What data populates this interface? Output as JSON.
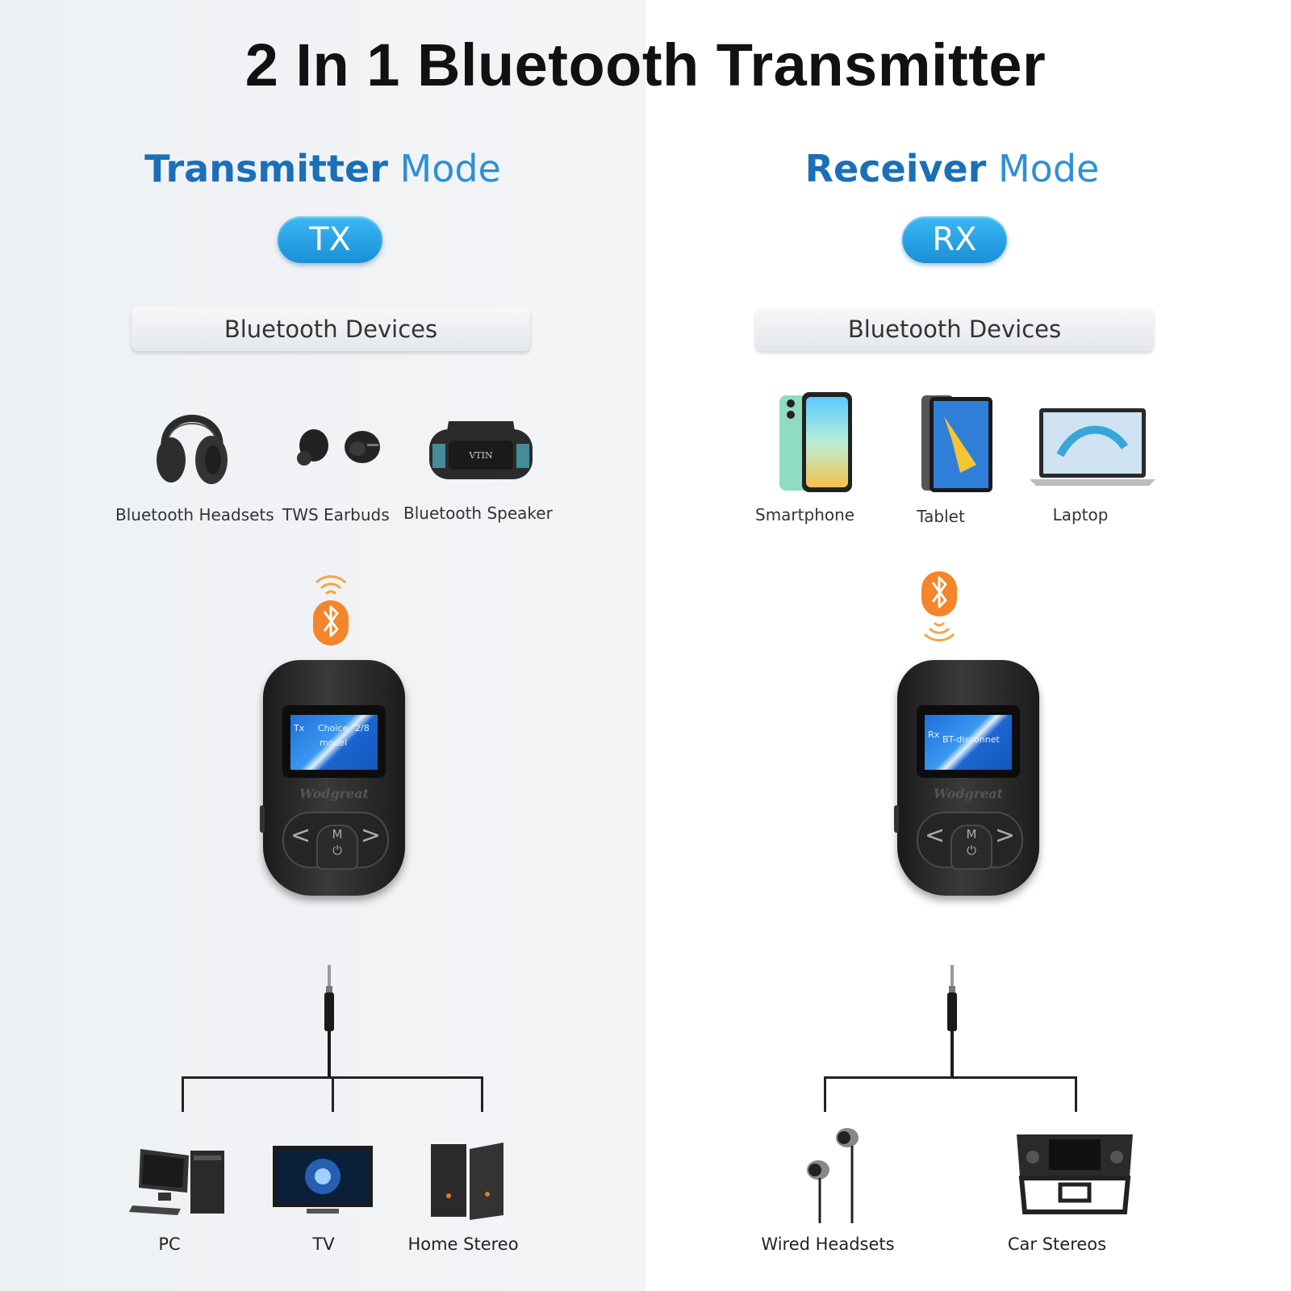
{
  "title": "2 In 1 Bluetooth Transmitter",
  "transmitter_mode": {
    "title_strong": "Transmitter",
    "title_light": " Mode",
    "badge": "TX",
    "devices_bar": "Bluetooth Devices",
    "devices": [
      "Bluetooth Headsets",
      "TWS Earbuds",
      "Bluetooth Speaker"
    ],
    "screen_mode": "Tx",
    "screen_text": "Choice",
    "screen_count": "2/8",
    "screen_text2": "model",
    "brand": "Wodgreat",
    "button_label": "M",
    "outputs": [
      "PC",
      "TV",
      "Home Stereo"
    ]
  },
  "receiver_mode": {
    "title_strong": "Receiver",
    "title_light": " Mode",
    "badge": "RX",
    "devices_bar": "Bluetooth Devices",
    "devices": [
      "Smartphone",
      "Tablet",
      "Laptop"
    ],
    "screen_mode": "Rx",
    "screen_text": "BT-disconnet",
    "brand": "Wodgreat",
    "button_label": "M",
    "outputs": [
      "Wired Headsets",
      "Car Stereos"
    ]
  },
  "colors": {
    "accent_blue": "#1f7fc8",
    "badge_blue": "#1a8fd8",
    "bluetooth_orange": "#f4852a"
  }
}
